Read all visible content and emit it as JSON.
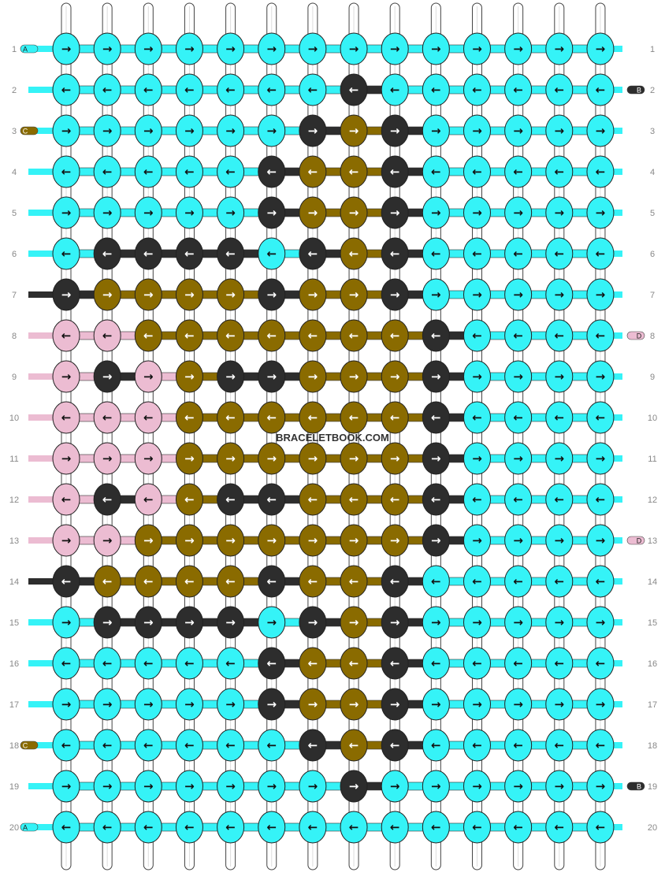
{
  "colors": {
    "A": "#35f3f7",
    "B": "#2d2d2d",
    "C": "#8a6b00",
    "D": "#ecbcd2"
  },
  "strings_left": [
    "A",
    "C"
  ],
  "strings_right": [
    "B",
    "D"
  ],
  "tags": {
    "row1_left": "A",
    "row3_left": "C",
    "row18_left": "C",
    "row20_left": "A",
    "row2_right": "B",
    "row8_right": "D",
    "row13_right": "D",
    "row19_right": "B"
  },
  "watermark": "BRACELETBOOK.COM",
  "pattern_rows": [
    "AAAAAAAAAAAAAA",
    "AAAAAAABAAAAAA",
    "AAAAAABCBAAAAA",
    "AAAAABCCBAAAAA",
    "AAAAABCCBAAAAA",
    "ABBBBABCBAAAAA",
    "BCCCCBCCBAAAAA",
    "DDCCCCCCCBAAAA",
    "DBDCBBCCCBAAAA",
    "DDDCCCCCCBAAAA",
    "DDDCCCCCCBAAAA",
    "DBDCBBCCCBAAAA",
    "DDCCCCCCCBAAAA",
    "BCCCCBCCBAAAAA",
    "ABBBBABCBAAAAA",
    "AAAAABCCBAAAAA",
    "AAAAABCCBAAAAA",
    "AAAAAABCBAAAAA",
    "AAAAAAABAAAAAA",
    "AAAAAAAAAAAAAA"
  ],
  "row_directions": [
    "R",
    "L",
    "R",
    "L",
    "R",
    "L",
    "R",
    "L",
    "R",
    "L",
    "R",
    "L",
    "R",
    "L",
    "R",
    "L",
    "R",
    "L",
    "R",
    "L"
  ],
  "row_numbers": [
    "1",
    "2",
    "3",
    "4",
    "5",
    "6",
    "7",
    "8",
    "9",
    "10",
    "11",
    "12",
    "13",
    "14",
    "15",
    "16",
    "17",
    "18",
    "19",
    "20"
  ]
}
